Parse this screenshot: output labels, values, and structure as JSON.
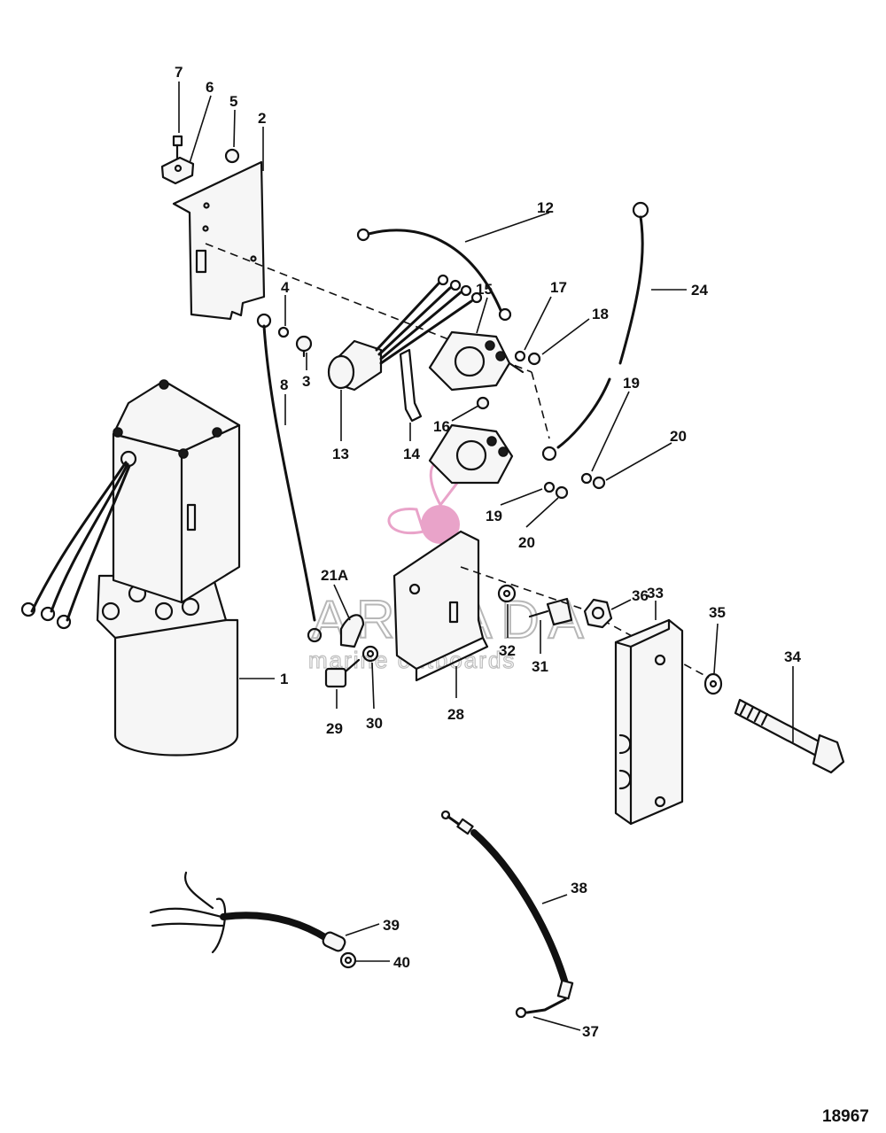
{
  "diagram": {
    "figure_number": "18967",
    "callouts": [
      "1",
      "2",
      "3",
      "4",
      "5",
      "6",
      "7",
      "8",
      "12",
      "13",
      "14",
      "15",
      "16",
      "17",
      "18",
      "19",
      "19",
      "20",
      "20",
      "21A",
      "24",
      "28",
      "29",
      "30",
      "31",
      "32",
      "33",
      "34",
      "35",
      "36",
      "37",
      "38",
      "39",
      "40"
    ]
  },
  "watermark": {
    "brand": "ARMADA",
    "tagline": "marine outboards",
    "color": "#e79ac4"
  }
}
